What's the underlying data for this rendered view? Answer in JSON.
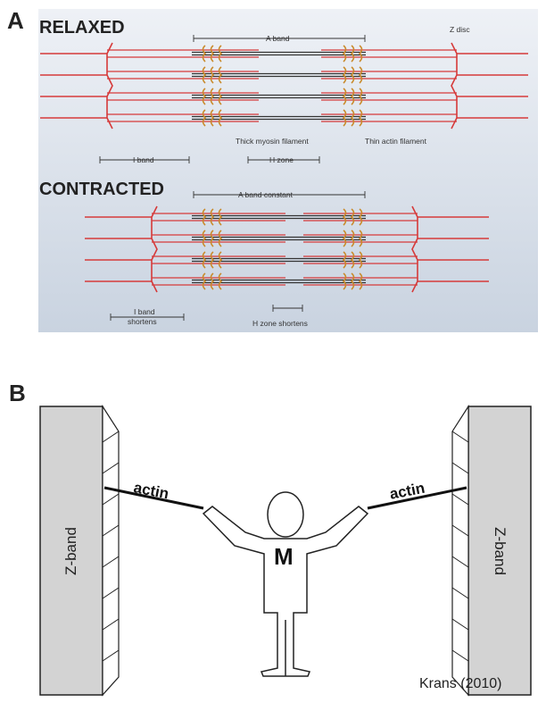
{
  "panel_a": {
    "letter": "A",
    "relaxed": "RELAXED",
    "contracted": "CONTRACTED",
    "a_band": "A band",
    "z_disc": "Z disc",
    "thick": "Thick myosin filament",
    "thin": "Thin actin filament",
    "i_band": "I band",
    "h_zone": "H zone",
    "a_band_constant": "A band constant",
    "i_band_shortens_1": "I band",
    "i_band_shortens_2": "shortens",
    "h_zone_shortens": "H zone shortens"
  },
  "panel_b": {
    "letter": "B",
    "z_band_left": "Z-band",
    "z_band_right": "Z-band",
    "actin_left": "actin",
    "actin_right": "actin",
    "m_label": "M",
    "citation": "Krans (2010)"
  },
  "colors": {
    "actin": "#d63a3a",
    "myosin": "#333333",
    "myosin_heads": "#c98a2a",
    "panel_bg": "#dce3ec",
    "zband_fill": "#d3d3d3"
  }
}
